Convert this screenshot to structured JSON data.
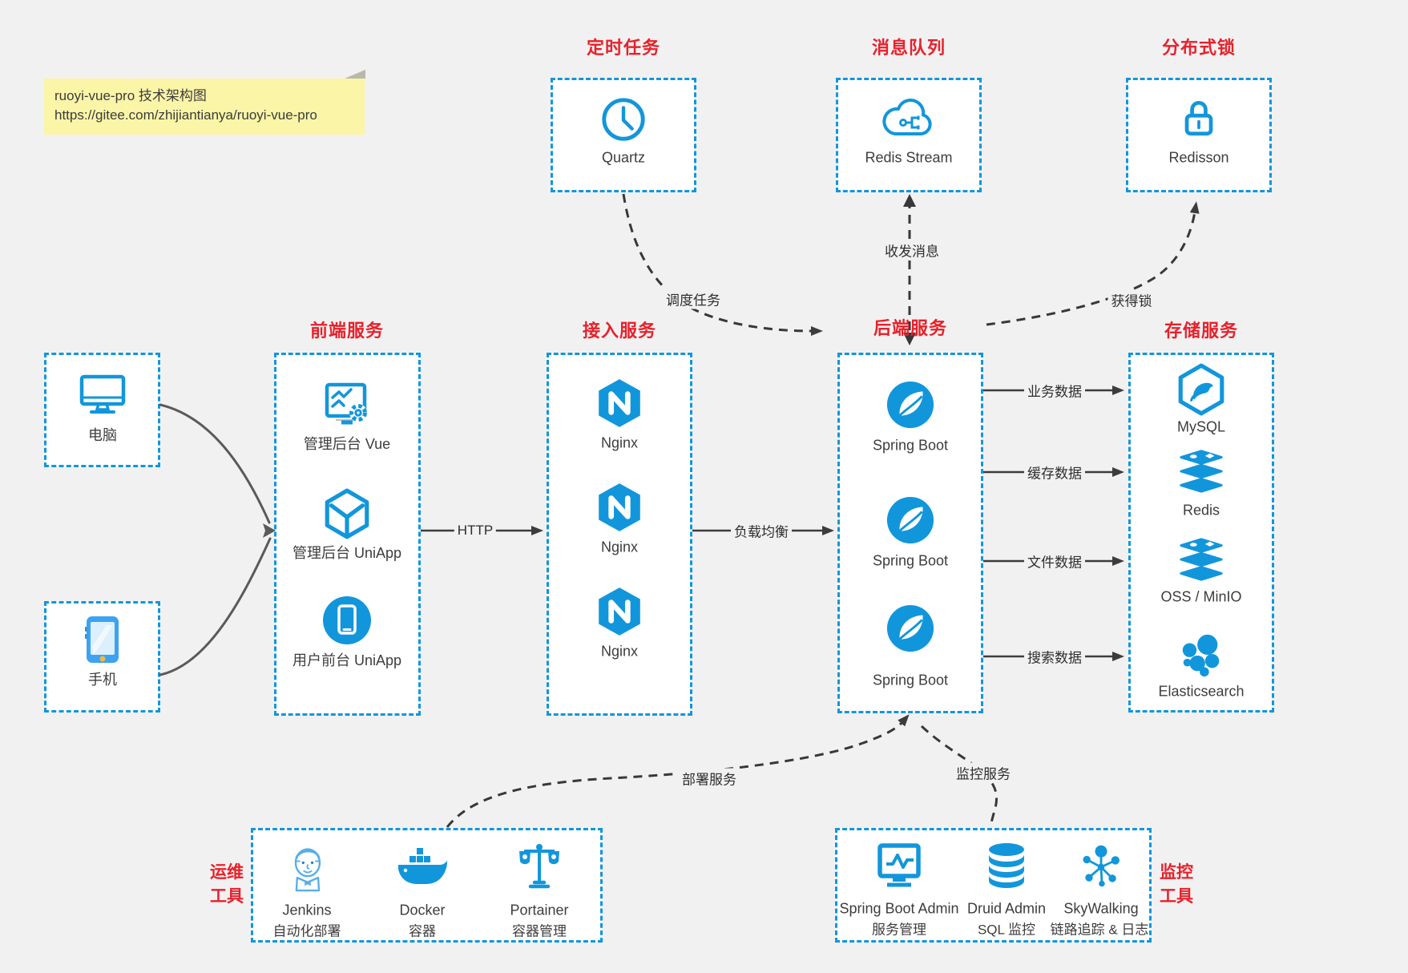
{
  "note": {
    "line1": "ruoyi-vue-pro 技术架构图",
    "line2": "https://gitee.com/zhijiantianya/ruoyi-vue-pro"
  },
  "groups": {
    "scheduler": {
      "title": "定时任务",
      "item": "Quartz"
    },
    "mq": {
      "title": "消息队列",
      "item": "Redis Stream"
    },
    "lock": {
      "title": "分布式锁",
      "item": "Redisson"
    },
    "devices": {
      "computer": "电脑",
      "phone": "手机"
    },
    "frontend": {
      "title": "前端服务",
      "items": [
        "管理后台 Vue",
        "管理后台 UniApp",
        "用户前台 UniApp"
      ]
    },
    "gateway": {
      "title": "接入服务",
      "items": [
        "Nginx",
        "Nginx",
        "Nginx"
      ]
    },
    "backend": {
      "title": "后端服务",
      "items": [
        "Spring Boot",
        "Spring Boot",
        "Spring Boot"
      ]
    },
    "storage": {
      "title": "存储服务",
      "items": [
        "MySQL",
        "Redis",
        "OSS / MinIO",
        "Elasticsearch"
      ]
    },
    "ops": {
      "title_line1": "运维",
      "title_line2": "工具",
      "items": [
        {
          "name": "Jenkins",
          "desc": "自动化部署"
        },
        {
          "name": "Docker",
          "desc": "容器"
        },
        {
          "name": "Portainer",
          "desc": "容器管理"
        }
      ]
    },
    "monitor": {
      "title_line1": "监控",
      "title_line2": "工具",
      "items": [
        {
          "name": "Spring Boot Admin",
          "desc": "服务管理"
        },
        {
          "name": "Druid Admin",
          "desc": "SQL 监控"
        },
        {
          "name": "SkyWalking",
          "desc": "链路追踪 & 日志"
        }
      ]
    }
  },
  "edges": {
    "http": "HTTP",
    "lb": "负载均衡",
    "schedule": "调度任务",
    "message": "收发消息",
    "acquire_lock": "获得锁",
    "biz": "业务数据",
    "cache": "缓存数据",
    "file": "文件数据",
    "search": "搜索数据",
    "deploy": "部署服务",
    "monitoring": "监控服务"
  },
  "colors": {
    "accent_blue": "#1296db",
    "label_red": "#e8212b",
    "line_dark": "#3c3c3c",
    "device_line_gray": "#5a5a5a",
    "note_bg": "#faf5a7",
    "page_bg": "#f1f1f2"
  }
}
